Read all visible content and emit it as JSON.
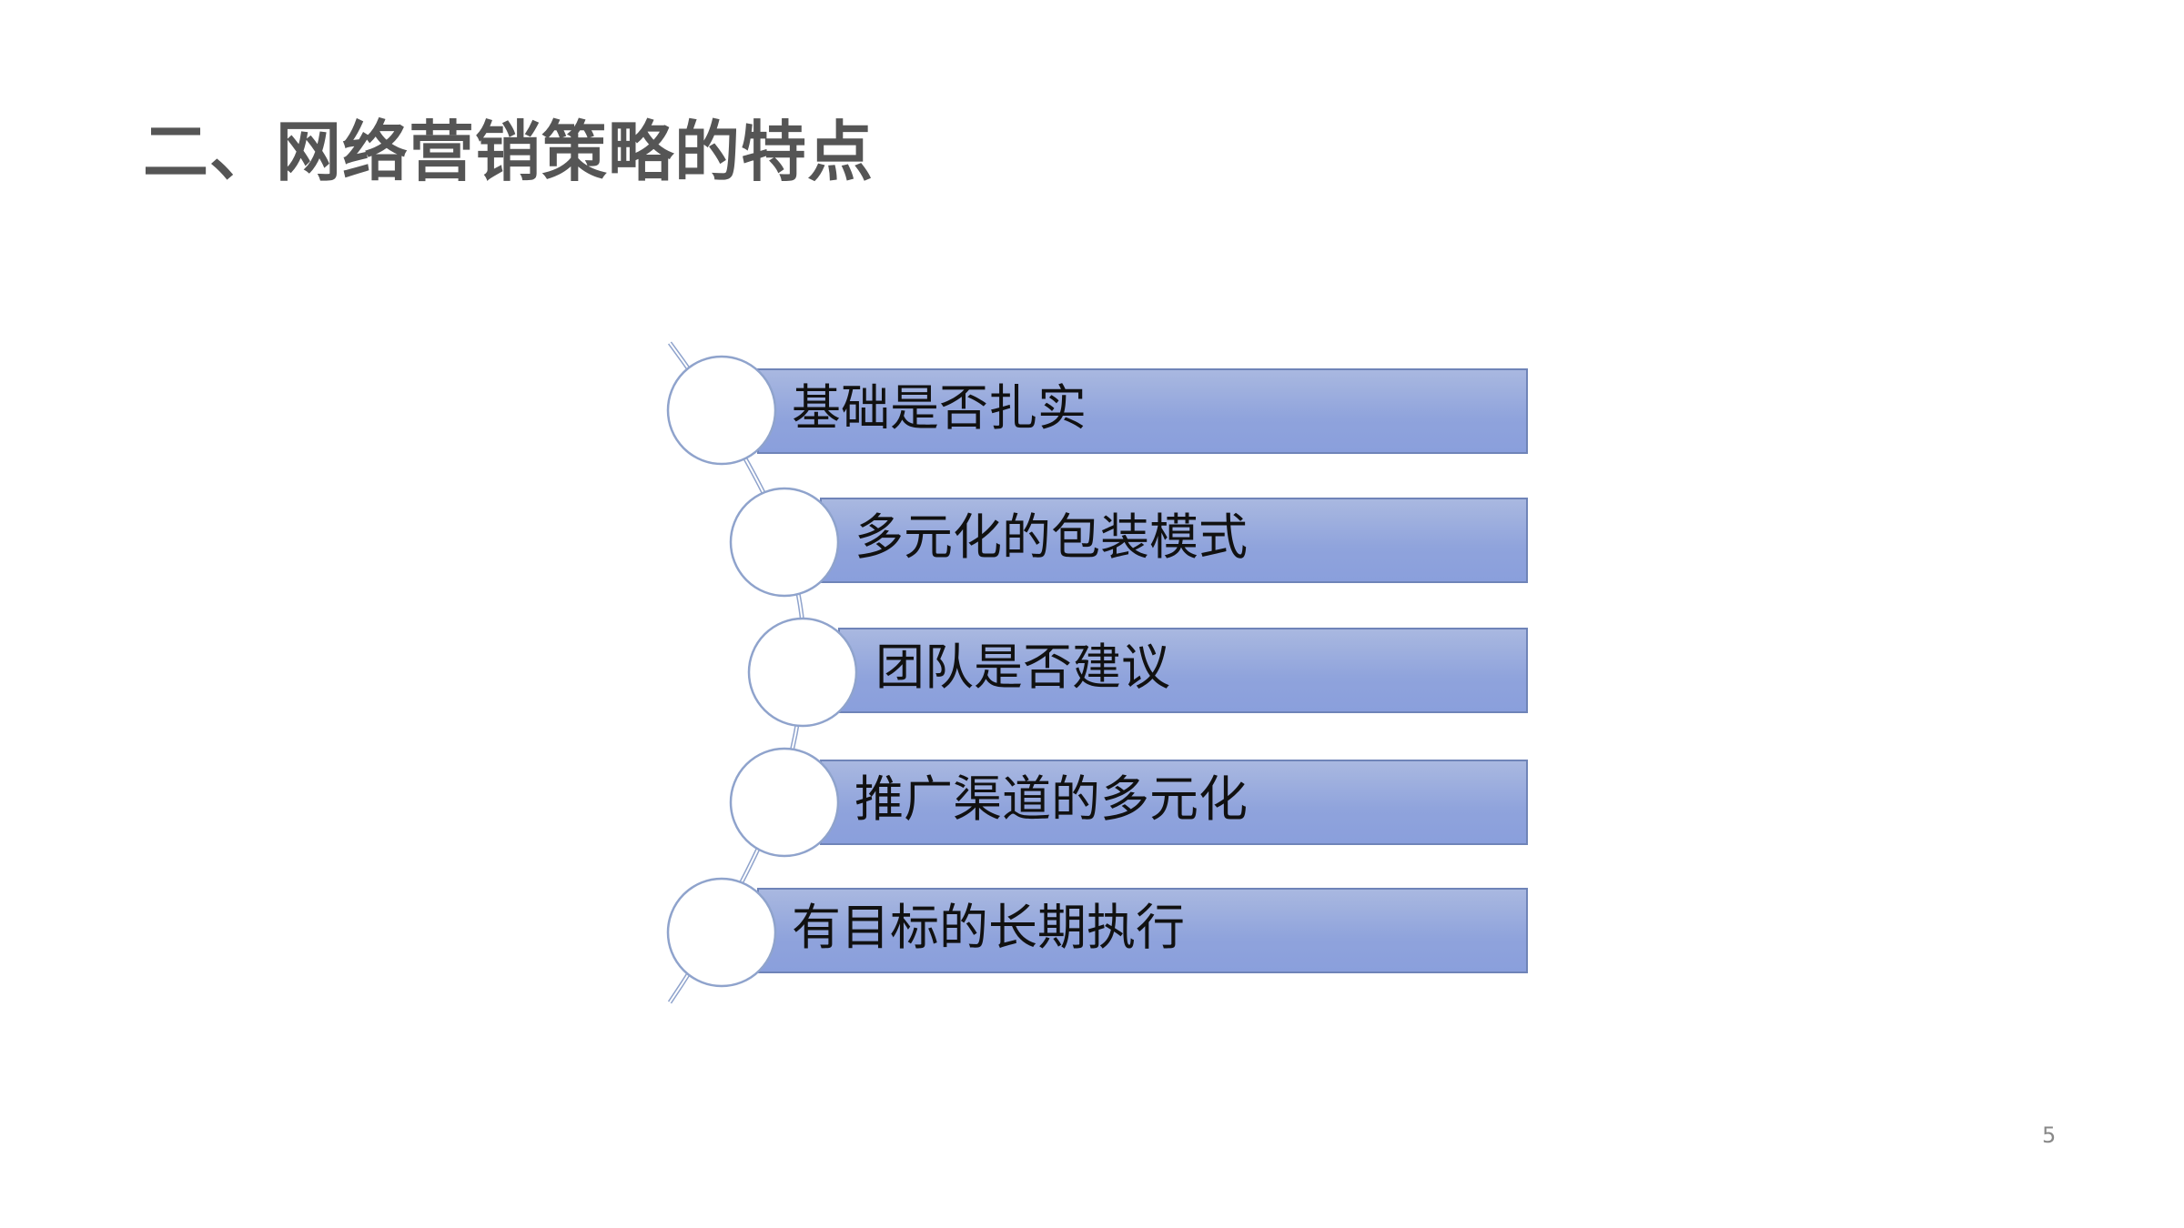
{
  "slide": {
    "title": "二、网络营销策略的特点",
    "page_number": "5",
    "items": [
      {
        "label": "基础是否扎实"
      },
      {
        "label": "多元化的包装模式"
      },
      {
        "label": "团队是否建议"
      },
      {
        "label": "推广渠道的多元化"
      },
      {
        "label": "有目标的长期执行"
      }
    ],
    "colors": {
      "bar": "#8fa3dc",
      "bar_border": "#6f84b8",
      "title": "#555555"
    }
  }
}
